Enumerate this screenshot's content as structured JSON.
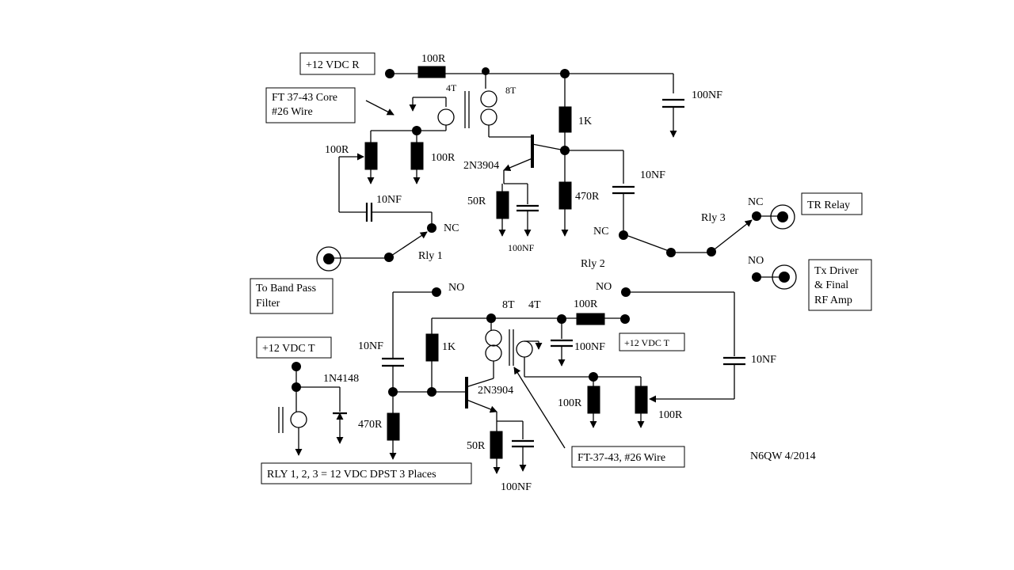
{
  "labels": {
    "vdc_r": "+12 VDC R",
    "core_line1": "FT 37-43 Core",
    "core_line2": "#26 Wire",
    "to_bpf_line1": "To Band Pass",
    "to_bpf_line2": "Filter",
    "tr_relay": "TR Relay",
    "tx_line1": "Tx Driver",
    "tx_line2": "& Final",
    "tx_line3": "RF Amp",
    "vdc_t": "+12 VDC T",
    "vdc_t_small": "+12 VDC T",
    "rly_note": "RLY 1, 2, 3 = 12 VDC DPST 3 Places",
    "ft_bottom": "FT-37-43, #26 Wire",
    "credit": "N6QW 4/2014"
  },
  "top": {
    "r_100r_top": "100R",
    "t_4t": "4T",
    "t_8t": "8T",
    "c_100nf_top": "100NF",
    "r_1k": "1K",
    "q_2n3904": "2N3904",
    "r_100r_pot_left": "100R",
    "r_100r_right": "100R",
    "c_10nf_right": "10NF",
    "r_470r": "470R",
    "c_10nf_left": "10NF",
    "r_50r": "50R",
    "c_100nf_emitter": "100NF",
    "nc_rly1": "NC",
    "rly1": "Rly 1",
    "rly2": "Rly 2",
    "nc_rly2": "NC",
    "rly3": "Rly 3",
    "nc_rly3": "NC",
    "no_rly3": "NO"
  },
  "bottom": {
    "no_left": "NO",
    "no_right": "NO",
    "t_8t": "8T",
    "t_4t": "4T",
    "r_100r_supply": "100R",
    "c_10nf_left": "10NF",
    "r_1k": "1K",
    "c_100nf_supply": "100NF",
    "c_10nf_right": "10NF",
    "d_1n4148": "1N4148",
    "q_2n3904": "2N3904",
    "r_470r": "470R",
    "r_100r_left": "100R",
    "r_100r_pot": "100R",
    "r_50r": "50R",
    "c_100nf_emitter": "100NF"
  }
}
